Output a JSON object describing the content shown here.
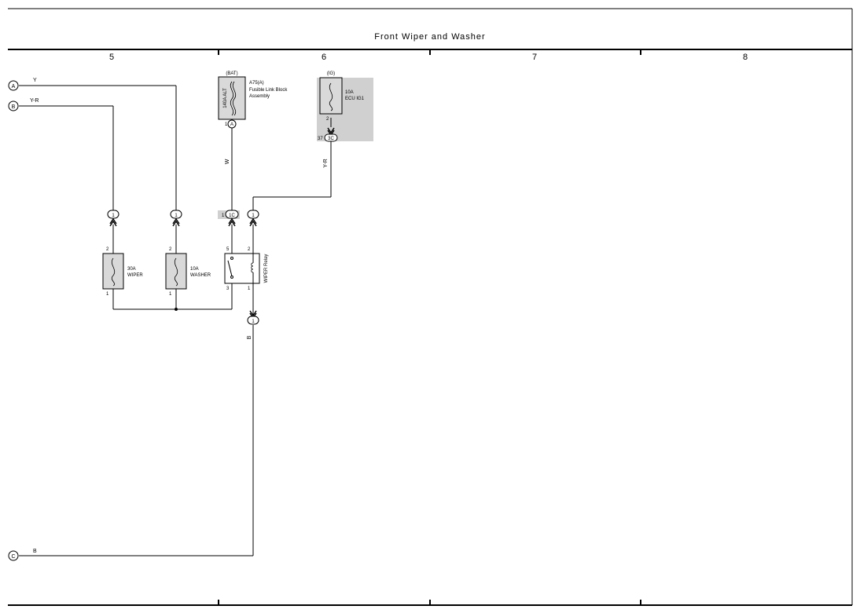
{
  "title": "Front Wiper and Washer",
  "columns": [
    "5",
    "6",
    "7",
    "8"
  ],
  "connectors_left": [
    "A",
    "B",
    "C"
  ],
  "wires": {
    "a_color": "Y",
    "b_color": "Y-R",
    "c_color": "B",
    "w_color": "W",
    "yr_color": "Y-R",
    "b_down": "B"
  },
  "fuse_link": {
    "source": "(BAT)",
    "rating": "140A ALT",
    "part": "A75(A)",
    "desc1": "Fusible Link Block",
    "desc2": "Assembly",
    "pin": "1",
    "conn": "A"
  },
  "ecu_fuse": {
    "source": "(IG)",
    "rating": "10A",
    "name": "ECU IG1",
    "pin_top": "2",
    "pin_conn": "37",
    "conn": "3C"
  },
  "fuse_wiper": {
    "rating": "30A",
    "name": "WIPER",
    "pin_top": "2",
    "pin_bot": "1",
    "conn": "1"
  },
  "fuse_washer": {
    "rating": "10A",
    "name": "WASHER",
    "pin_top": "2",
    "pin_bot": "1",
    "conn": "1"
  },
  "relay": {
    "name": "WIPER Relay",
    "pin5": "5",
    "pin2": "2",
    "pin3": "3",
    "pin1": "1",
    "conn_w_pin": "1",
    "conn_w": "1C",
    "conn_yr": "1",
    "conn_out": "1"
  },
  "colors": {
    "line": "#000000",
    "fill": "#d9d9d9",
    "shade": "#d0d0d0"
  }
}
